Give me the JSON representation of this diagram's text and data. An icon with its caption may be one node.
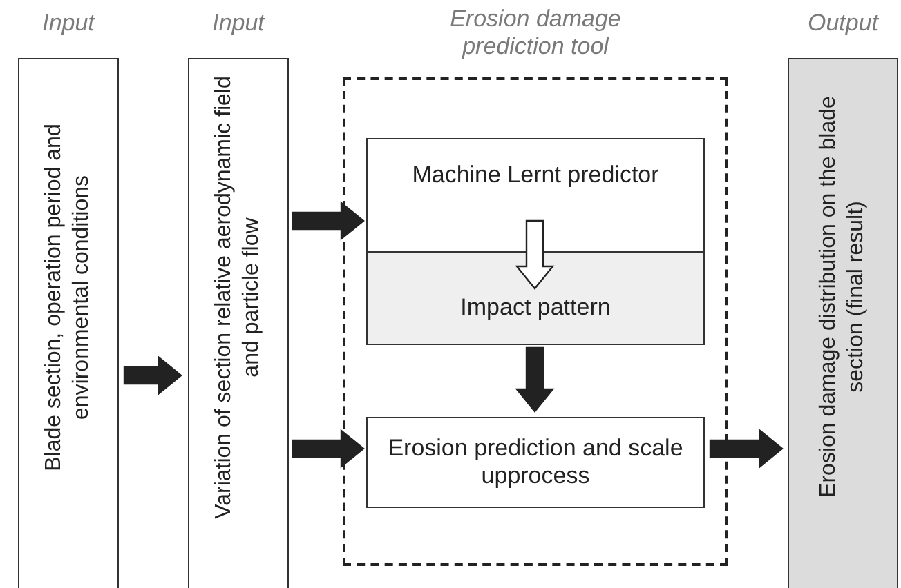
{
  "diagram": {
    "nodes": [
      {
        "text": [
          "Input",
          "Blade section, operation period and environmental conditions"
        ]
      },
      {
        "text": [
          "Input",
          "Variation of section relative aerodynamic field and particle flow"
        ]
      },
      {
        "text": [
          "Erosion damage prediction tool"
        ]
      },
      {
        "text": [
          "Machine Lernt predictor"
        ],
        "in": 2
      },
      {
        "text": [
          "Impact pattern"
        ],
        "in": 2
      },
      {
        "text": [
          "Erosion prediction and scale upprocess"
        ],
        "in": 2
      },
      {
        "text": [
          "Output",
          "Erosion damage distribution on the blade section (final result)"
        ]
      }
    ],
    "edges": [
      {
        "from": 0,
        "to": 1,
        "arrow": "to"
      },
      {
        "from": 1,
        "to": 3,
        "arrow": "to"
      },
      {
        "from": 1,
        "to": 5,
        "arrow": "to"
      },
      {
        "from": 3,
        "to": 4,
        "arrow": "to",
        "color": "#ffffff"
      },
      {
        "from": 4,
        "to": 5,
        "arrow": "to"
      },
      {
        "from": 5,
        "to": 6,
        "arrow": "to"
      }
    ]
  }
}
